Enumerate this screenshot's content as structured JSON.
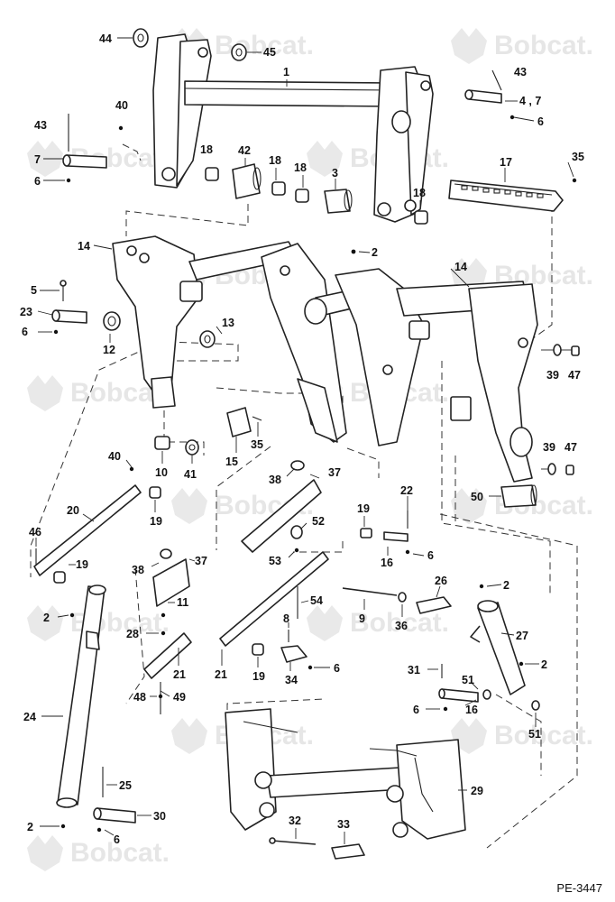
{
  "watermark": {
    "brand": "Bobcat.",
    "logo_icon": "bobcat-head-logo"
  },
  "drawing_number": "PE-3447",
  "colors": {
    "line": "#222222",
    "watermark": "#e6e6e6",
    "background": "#ffffff"
  },
  "callouts": [
    {
      "id": "c44",
      "text": "44"
    },
    {
      "id": "c45",
      "text": "45"
    },
    {
      "id": "c1",
      "text": "1"
    },
    {
      "id": "c43a",
      "text": "43"
    },
    {
      "id": "c47t",
      "text": "4 , 7"
    },
    {
      "id": "c6a",
      "text": "6"
    },
    {
      "id": "c40a",
      "text": "40"
    },
    {
      "id": "c43b",
      "text": "43"
    },
    {
      "id": "c7",
      "text": "7"
    },
    {
      "id": "c6b",
      "text": "6"
    },
    {
      "id": "c18a",
      "text": "18"
    },
    {
      "id": "c42",
      "text": "42"
    },
    {
      "id": "c18b",
      "text": "18"
    },
    {
      "id": "c18c",
      "text": "18"
    },
    {
      "id": "c3",
      "text": "3"
    },
    {
      "id": "c18d",
      "text": "18"
    },
    {
      "id": "c17",
      "text": "17"
    },
    {
      "id": "c35a",
      "text": "35"
    },
    {
      "id": "c14a",
      "text": "14"
    },
    {
      "id": "c2a",
      "text": "2"
    },
    {
      "id": "c14b",
      "text": "14"
    },
    {
      "id": "c5",
      "text": "5"
    },
    {
      "id": "c23",
      "text": "23"
    },
    {
      "id": "c6c",
      "text": "6"
    },
    {
      "id": "c12",
      "text": "12"
    },
    {
      "id": "c13",
      "text": "13"
    },
    {
      "id": "c39a",
      "text": "39"
    },
    {
      "id": "c47a",
      "text": "47"
    },
    {
      "id": "c15",
      "text": "15"
    },
    {
      "id": "c35b",
      "text": "35"
    },
    {
      "id": "c10",
      "text": "10"
    },
    {
      "id": "c41",
      "text": "41"
    },
    {
      "id": "c39b",
      "text": "39"
    },
    {
      "id": "c47b",
      "text": "47"
    },
    {
      "id": "c40b",
      "text": "40"
    },
    {
      "id": "c38a",
      "text": "38"
    },
    {
      "id": "c37a",
      "text": "37"
    },
    {
      "id": "c50",
      "text": "50"
    },
    {
      "id": "c20",
      "text": "20"
    },
    {
      "id": "c19a",
      "text": "19"
    },
    {
      "id": "c22",
      "text": "22"
    },
    {
      "id": "c52",
      "text": "52"
    },
    {
      "id": "c19b",
      "text": "19"
    },
    {
      "id": "c46",
      "text": "46"
    },
    {
      "id": "c53",
      "text": "53"
    },
    {
      "id": "c16a",
      "text": "16"
    },
    {
      "id": "c6d",
      "text": "6"
    },
    {
      "id": "c19c",
      "text": "19"
    },
    {
      "id": "c38b",
      "text": "38"
    },
    {
      "id": "c37b",
      "text": "37"
    },
    {
      "id": "c26",
      "text": "26"
    },
    {
      "id": "c2b",
      "text": "2"
    },
    {
      "id": "c54",
      "text": "54"
    },
    {
      "id": "c11",
      "text": "11"
    },
    {
      "id": "c9",
      "text": "9"
    },
    {
      "id": "c36",
      "text": "36"
    },
    {
      "id": "c2c",
      "text": "2"
    },
    {
      "id": "c8",
      "text": "8"
    },
    {
      "id": "c27",
      "text": "27"
    },
    {
      "id": "c28",
      "text": "28"
    },
    {
      "id": "c21a",
      "text": "21"
    },
    {
      "id": "c21b",
      "text": "21"
    },
    {
      "id": "c19d",
      "text": "19"
    },
    {
      "id": "c34",
      "text": "34"
    },
    {
      "id": "c6e",
      "text": "6"
    },
    {
      "id": "c2d",
      "text": "2"
    },
    {
      "id": "c31",
      "text": "31"
    },
    {
      "id": "c51a",
      "text": "51"
    },
    {
      "id": "c48",
      "text": "48"
    },
    {
      "id": "c49",
      "text": "49"
    },
    {
      "id": "c6f",
      "text": "6"
    },
    {
      "id": "c16b",
      "text": "16"
    },
    {
      "id": "c24",
      "text": "24"
    },
    {
      "id": "c51b",
      "text": "51"
    },
    {
      "id": "c25",
      "text": "25"
    },
    {
      "id": "c29",
      "text": "29"
    },
    {
      "id": "c30",
      "text": "30"
    },
    {
      "id": "c2e",
      "text": "2"
    },
    {
      "id": "c6g",
      "text": "6"
    },
    {
      "id": "c32",
      "text": "32"
    },
    {
      "id": "c33",
      "text": "33"
    }
  ]
}
